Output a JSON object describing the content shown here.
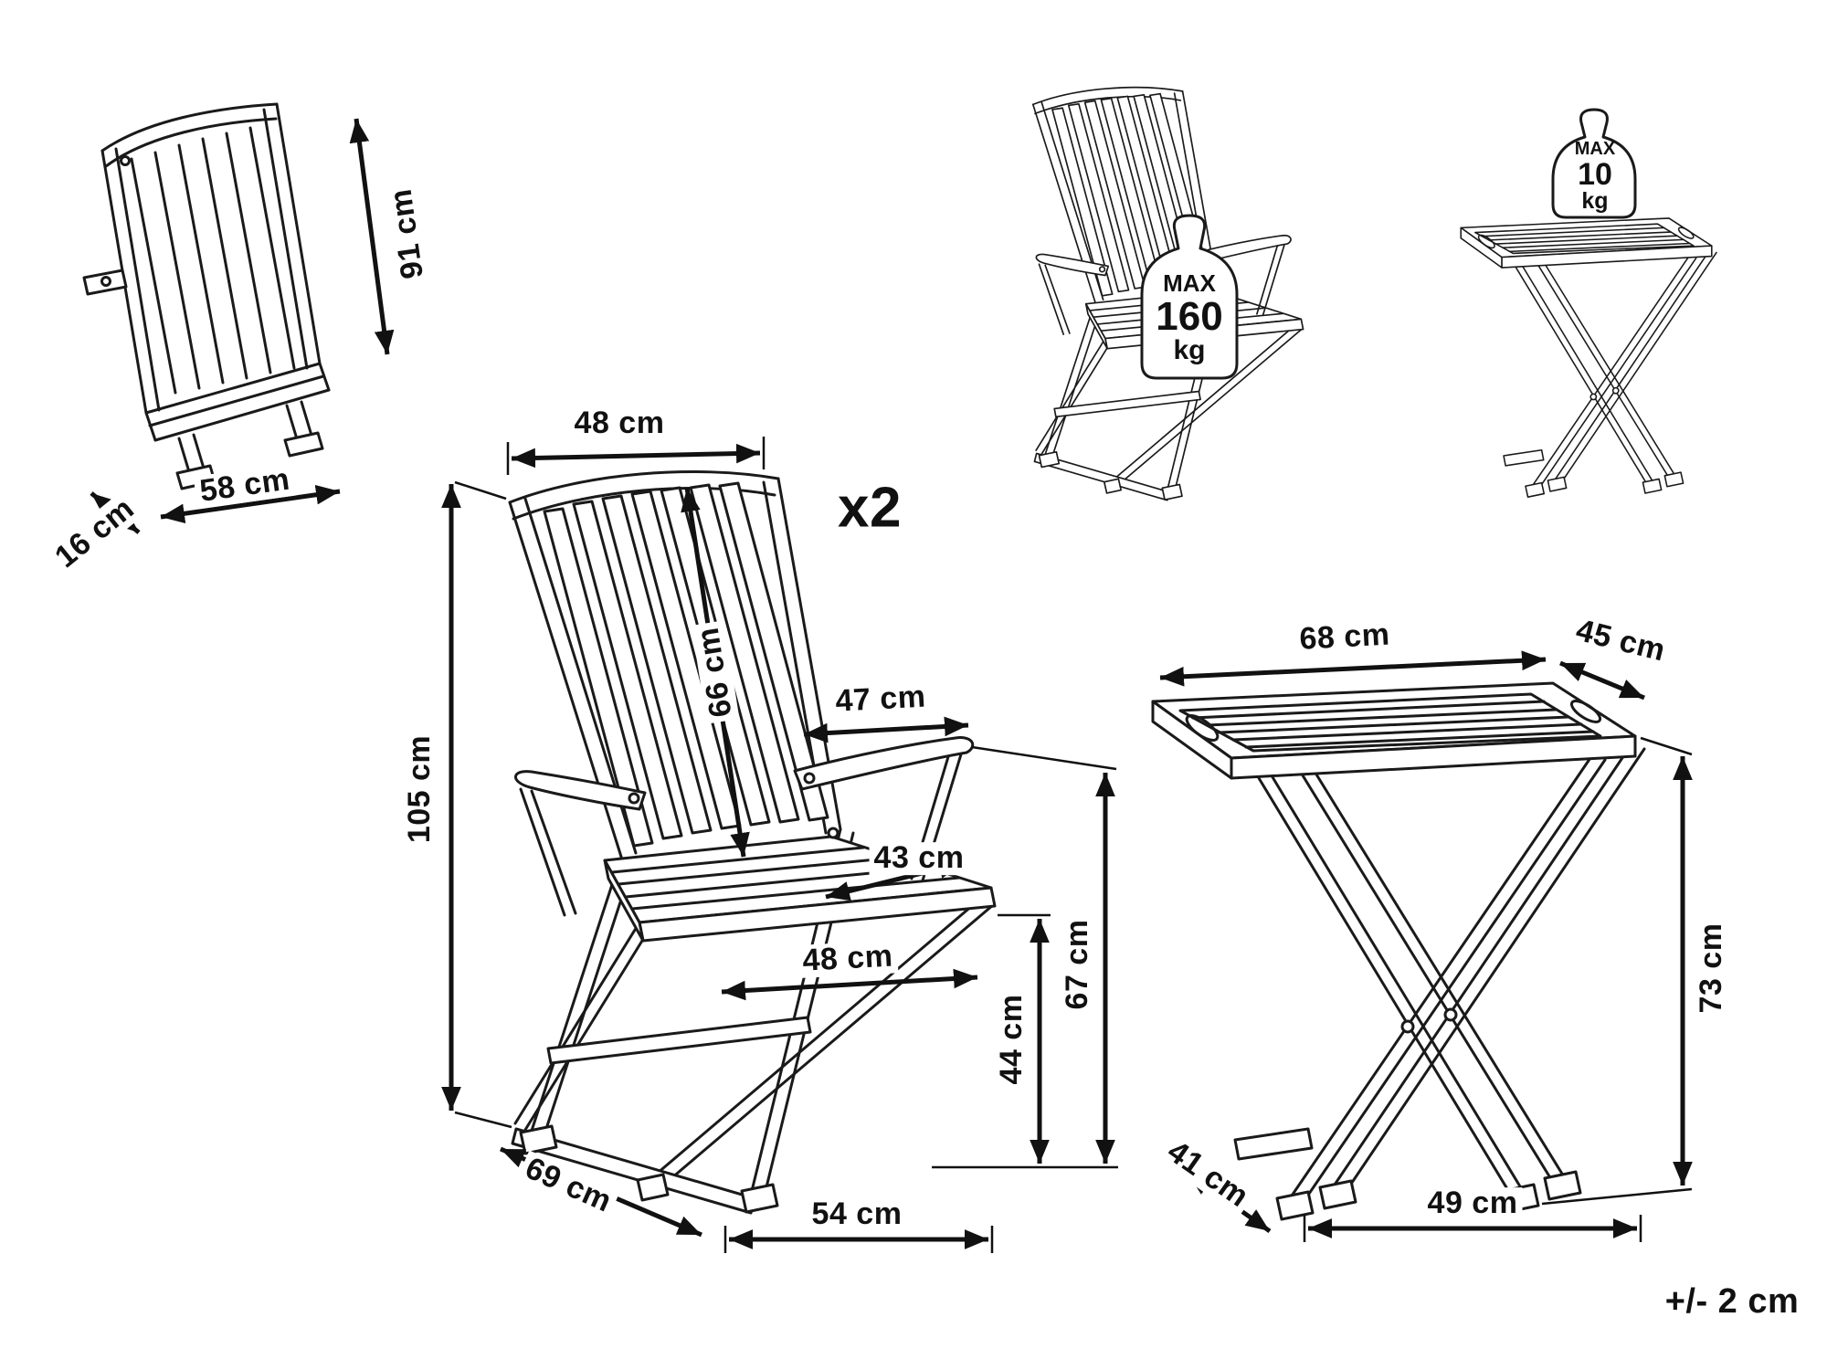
{
  "diagram": {
    "tolerance": "+/- 2 cm",
    "quantity": "x2",
    "colors": {
      "line": "#111111",
      "background": "#ffffff"
    },
    "folded_chair": {
      "height": "91 cm",
      "depth": "16 cm",
      "width": "58 cm"
    },
    "open_chair": {
      "backrest_width": "48 cm",
      "backrest_height": "66 cm",
      "total_height": "105 cm",
      "armrest_length": "47 cm",
      "seat_depth": "43 cm",
      "seat_width": "48 cm",
      "seat_height": "44 cm",
      "armrest_height": "67 cm",
      "overall_depth": "69 cm",
      "base_width": "54 cm"
    },
    "chair_max_load": {
      "max": "MAX",
      "value": "160",
      "unit": "kg"
    },
    "table_max_load": {
      "max": "MAX",
      "value": "10",
      "unit": "kg"
    },
    "tray_table": {
      "top_length": "68 cm",
      "top_depth": "45 cm",
      "height": "73 cm",
      "base_depth": "41 cm",
      "base_length": "49 cm"
    }
  }
}
